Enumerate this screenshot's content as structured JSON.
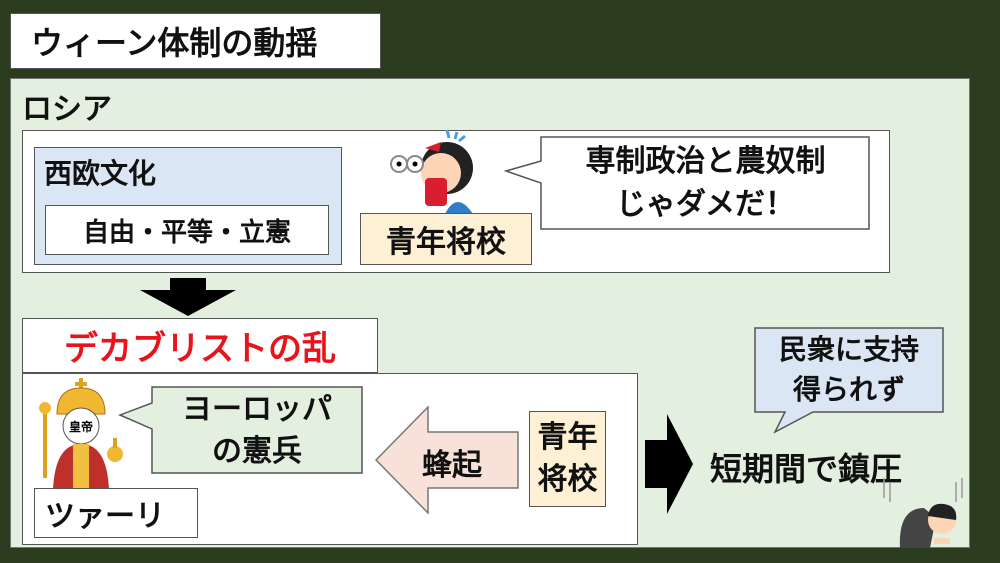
{
  "title": "ウィーン体制の動揺",
  "section": "ロシア",
  "western_culture": {
    "heading": "西欧文化",
    "values": "自由・平等・立憲"
  },
  "officers_label": "青年将校",
  "officers_speech": [
    "専制政治と農奴制",
    "じゃダメだ！"
  ],
  "revolt_title": "デカブリストの乱",
  "tsar_label": "ツァーリ",
  "emperor_badge": "皇帝",
  "tsar_speech": [
    "ヨーロッパ",
    "の憲兵"
  ],
  "uprising_label": "蜂起",
  "officers_label_vertical": [
    "青年",
    "将校"
  ],
  "result": "短期間で鎮圧",
  "public_speech": [
    "民衆に支持",
    "得られず"
  ],
  "colors": {
    "background": "#2b3d1e",
    "panel": "#e3efdf",
    "blue": "#dae6f4",
    "beige": "#fdf0d5",
    "pink": "#f8e1d9",
    "red": "#e8141c"
  }
}
